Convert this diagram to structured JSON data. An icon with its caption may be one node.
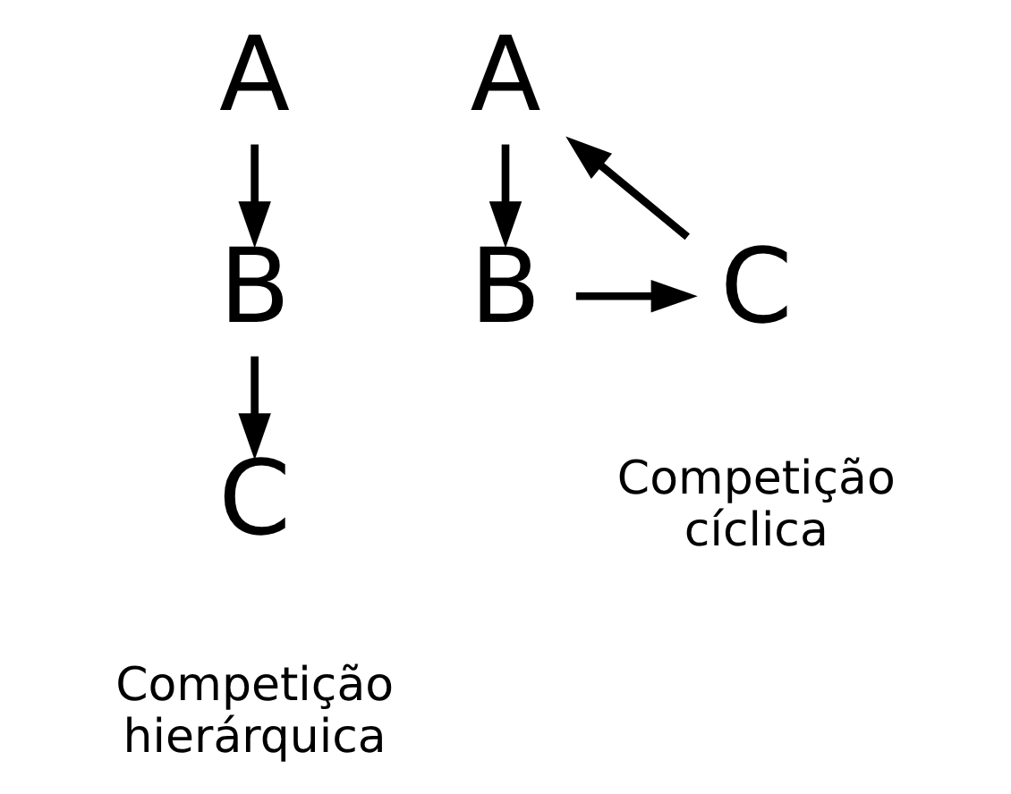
{
  "diagram": {
    "nodes": [
      {
        "text": [
          "A"
        ]
      },
      {
        "text": [
          "B"
        ]
      },
      {
        "text": [
          "C"
        ]
      },
      {
        "text": [
          "A"
        ]
      },
      {
        "text": [
          "B"
        ]
      },
      {
        "text": [
          "C"
        ]
      }
    ],
    "edges": [
      {
        "from": 0,
        "to": 1,
        "arrow": "to"
      },
      {
        "from": 1,
        "to": 2,
        "arrow": "to"
      },
      {
        "from": 3,
        "to": 4,
        "arrow": "to"
      },
      {
        "from": 4,
        "to": 5,
        "arrow": "to"
      },
      {
        "from": 5,
        "to": 3,
        "arrow": "to"
      }
    ],
    "labels": [
      "Competição hierárquica",
      "Competição cíclica"
    ]
  }
}
